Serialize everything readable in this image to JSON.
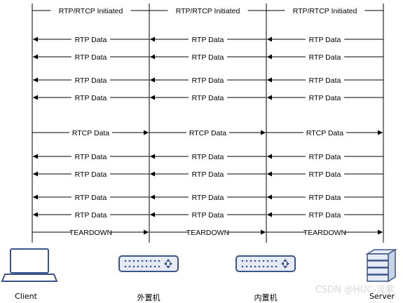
{
  "nodes": [
    {
      "id": "client",
      "label": "Client",
      "icon": "laptop-icon"
    },
    {
      "id": "ext",
      "label": "外置机",
      "icon": "router-icon"
    },
    {
      "id": "int",
      "label": "内置机",
      "icon": "router-icon"
    },
    {
      "id": "server",
      "label": "Server",
      "icon": "server-icon"
    }
  ],
  "messages": [
    {
      "label": "RTP/RTCP Initiated",
      "dir": "none",
      "arrows": false
    },
    {
      "label": "RTP Data",
      "dir": "left"
    },
    {
      "label": "RTP Data",
      "dir": "left"
    },
    {
      "label": "RTP Data",
      "dir": "left"
    },
    {
      "label": "RTP Data",
      "dir": "left"
    },
    {
      "label": "RTCP Data",
      "dir": "right"
    },
    {
      "label": "RTP Data",
      "dir": "left"
    },
    {
      "label": "RTP Data",
      "dir": "left"
    },
    {
      "label": "RTP Data",
      "dir": "left"
    },
    {
      "label": "RTP Data",
      "dir": "left"
    },
    {
      "label": "TEARDOWN",
      "dir": "right"
    }
  ],
  "watermark": "CSDN @HUC-淫紫",
  "colors": {
    "line": "#000000",
    "device_fill": "#e6ebf5",
    "device_stroke": "#3b5588",
    "laptop_stroke": "#3b5588"
  }
}
